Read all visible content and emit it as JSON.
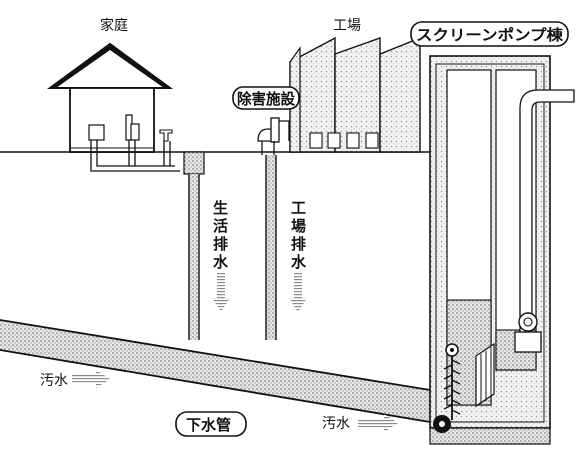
{
  "labels": {
    "home": "家庭",
    "factory": "工場",
    "screen_pump": "スクリーンポンプ棟",
    "abatement": "除害施設",
    "domestic_drain": [
      "生",
      "活",
      "排",
      "水"
    ],
    "factory_drain": [
      "工",
      "場",
      "排",
      "水"
    ],
    "sewage_left": "汚水",
    "sewage_right": "汚水",
    "sewer_pipe": "下水管"
  },
  "colors": {
    "line": "#111111",
    "texture": "#bdbdbd",
    "paper": "#ffffff"
  }
}
